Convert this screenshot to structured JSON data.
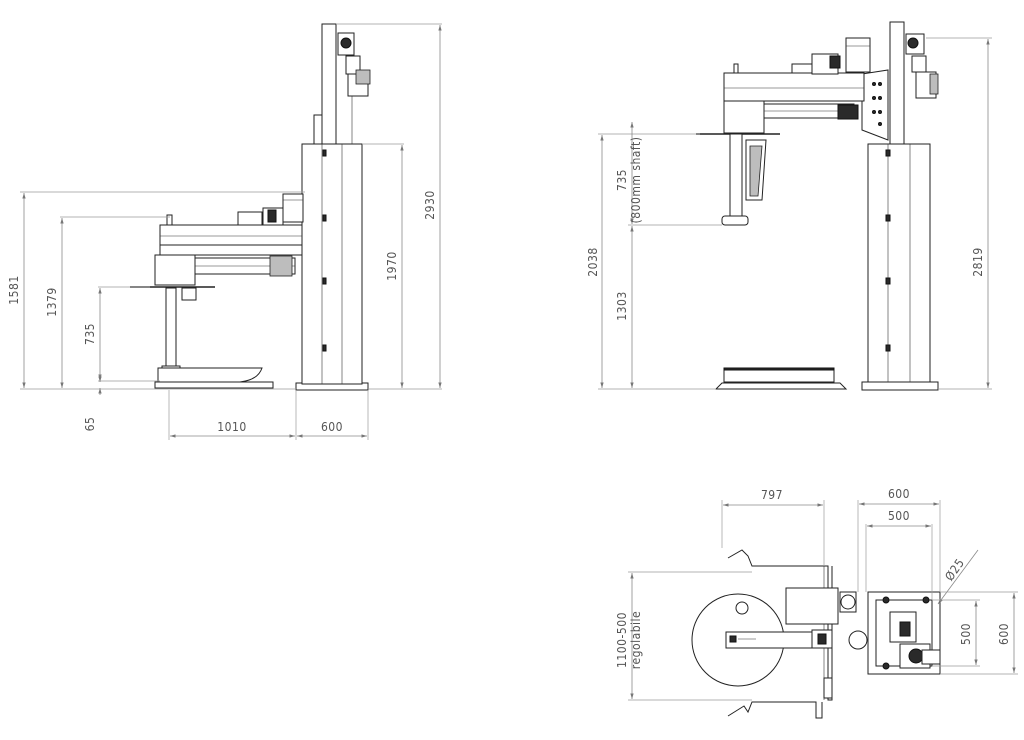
{
  "side_view": {
    "dims": {
      "overall_height": "2930",
      "column_height": "1970",
      "arm_height": "1581",
      "head_height": "1379",
      "stroke": "735",
      "base_height": "65",
      "reach": "1010",
      "column_width": "600"
    }
  },
  "front_view": {
    "dims": {
      "stroke": "735",
      "stroke_note": "(800mm shaft)",
      "table_height": "2038",
      "low_height": "1303",
      "column_height": "2819"
    }
  },
  "top_view": {
    "dims": {
      "reach": "797",
      "base_width": "600",
      "column_width": "500",
      "hole_diameter": "Ø25",
      "depth_inner": "500",
      "depth_outer": "600",
      "adjustable_range": "1100-500",
      "adjustable_note": "regolabile"
    }
  }
}
